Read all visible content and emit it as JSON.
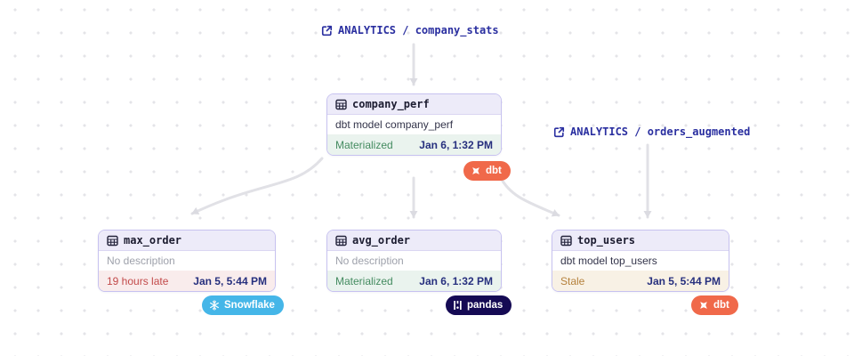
{
  "colors": {
    "accent_navy": "#2A2FA0",
    "node_border": "#C7C2F0",
    "node_header_bg": "#EDEBF9",
    "edge_gray": "#E1E1E6",
    "status_materialized_text": "#448B60",
    "status_materialized_bg": "#EAF3EE",
    "status_late_text": "#C24A4A",
    "status_late_bg": "#F9ECEC",
    "status_stale_text": "#B5813C",
    "status_stale_bg": "#F8F1E5",
    "timestamp_text": "#27307E",
    "badge_dbt": "#F0694A",
    "badge_snowflake": "#45B6E8",
    "badge_pandas": "#150A54"
  },
  "group_links": [
    {
      "text": "ANALYTICS / company_stats",
      "icon": "external-link-icon"
    },
    {
      "text": "ANALYTICS / orders_augmented",
      "icon": "external-link-icon"
    }
  ],
  "nodes": [
    {
      "title": "company_perf",
      "description": "dbt model company_perf",
      "status": "Materialized",
      "timestamp": "Jan 6, 1:32 PM"
    },
    {
      "title": "max_order",
      "description": "No description",
      "status": "19 hours late",
      "timestamp": "Jan 5, 5:44 PM"
    },
    {
      "title": "avg_order",
      "description": "No description",
      "status": "Materialized",
      "timestamp": "Jan 6, 1:32 PM"
    },
    {
      "title": "top_users",
      "description": "dbt model top_users",
      "status": "Stale",
      "timestamp": "Jan 5, 5:44 PM"
    }
  ],
  "badges": [
    {
      "label": "dbt",
      "icon": "dbt-icon"
    },
    {
      "label": "Snowflake",
      "icon": "snowflake-icon"
    },
    {
      "label": "pandas",
      "icon": "pandas-icon"
    },
    {
      "label": "dbt",
      "icon": "dbt-icon"
    }
  ]
}
